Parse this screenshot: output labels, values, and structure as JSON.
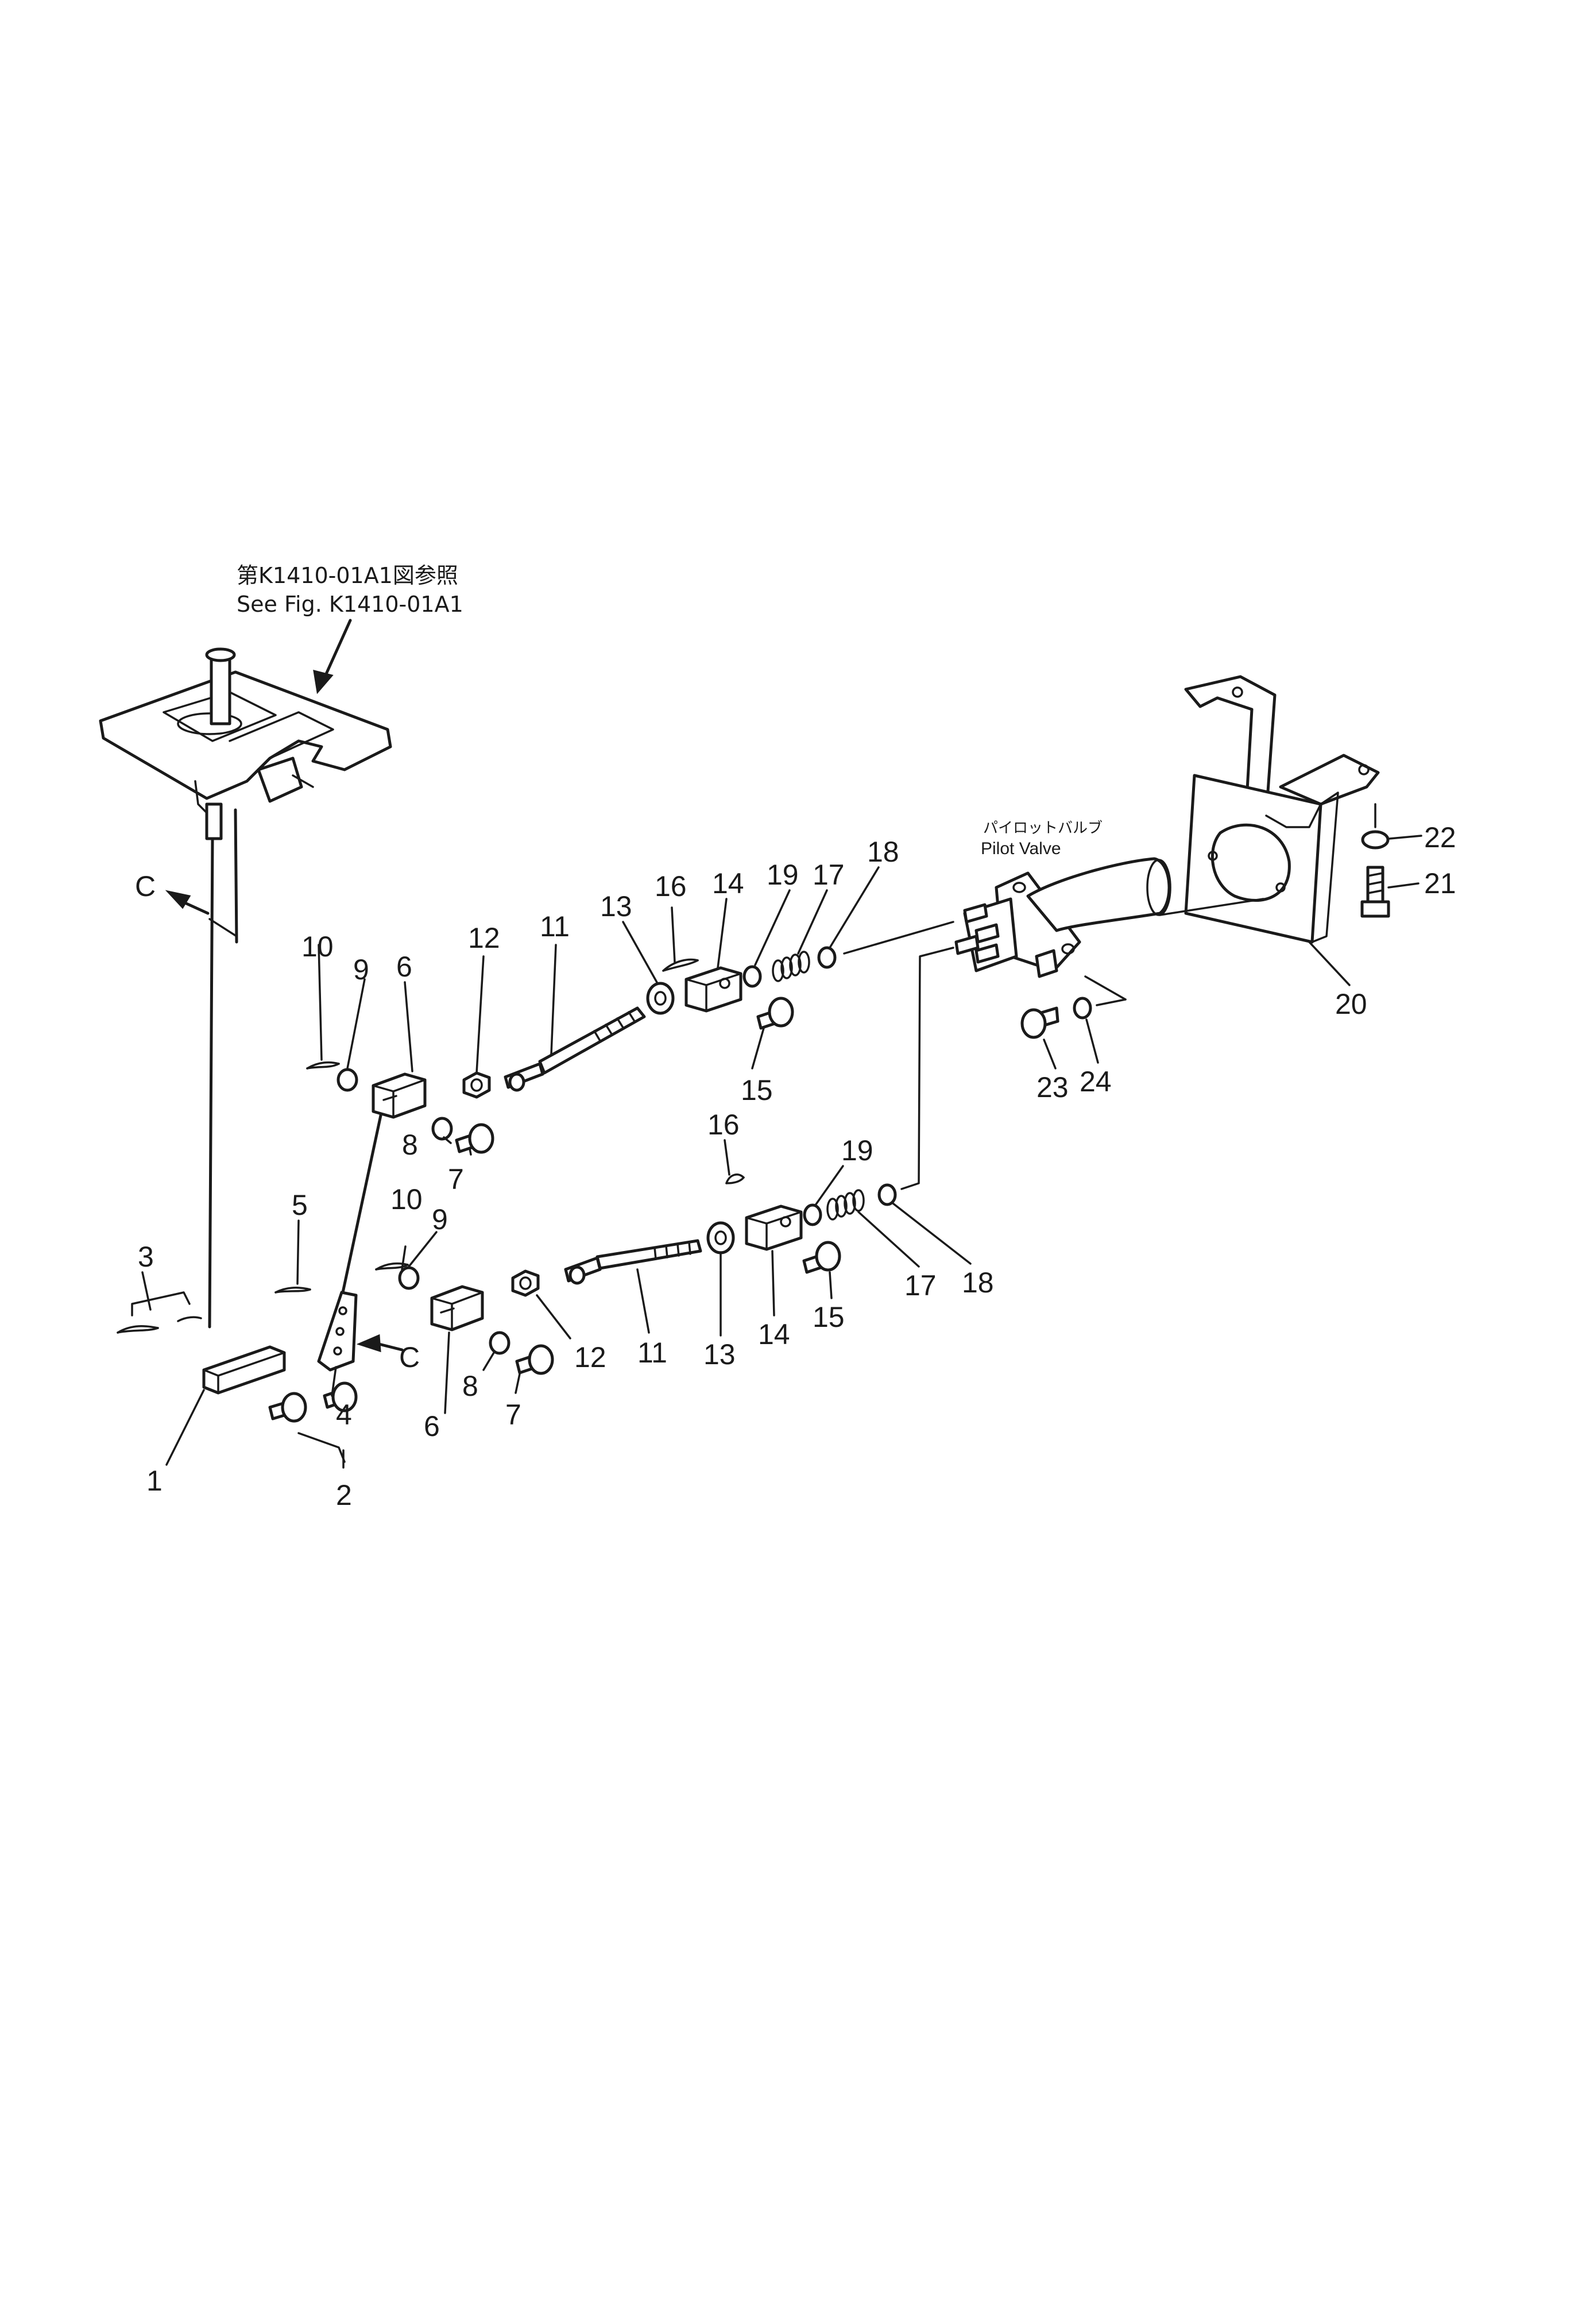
{
  "reference_note": {
    "line1": "第K1410-01A1図参照",
    "line2": "See Fig. K1410-01A1"
  },
  "pilot_valve": {
    "label_jp": "パイロットバルブ",
    "label_en": "Pilot Valve"
  },
  "view_marker": "C",
  "callouts": {
    "c1": "1",
    "c2": "2",
    "c3": "3",
    "c4": "4",
    "c5": "5",
    "c6a": "6",
    "c6b": "6",
    "c7a": "7",
    "c7b": "7",
    "c8a": "8",
    "c8b": "8",
    "c9a": "9",
    "c9b": "9",
    "c10a": "10",
    "c10b": "10",
    "c11a": "11",
    "c11b": "11",
    "c12a": "12",
    "c12b": "12",
    "c13a": "13",
    "c13b": "13",
    "c14a": "14",
    "c14b": "14",
    "c15a": "15",
    "c15b": "15",
    "c16a": "16",
    "c16b": "16",
    "c17a": "17",
    "c17b": "17",
    "c18a": "18",
    "c18b": "18",
    "c19a": "19",
    "c19b": "19",
    "c20": "20",
    "c21": "21",
    "c22": "22",
    "c23": "23",
    "c24": "24"
  }
}
